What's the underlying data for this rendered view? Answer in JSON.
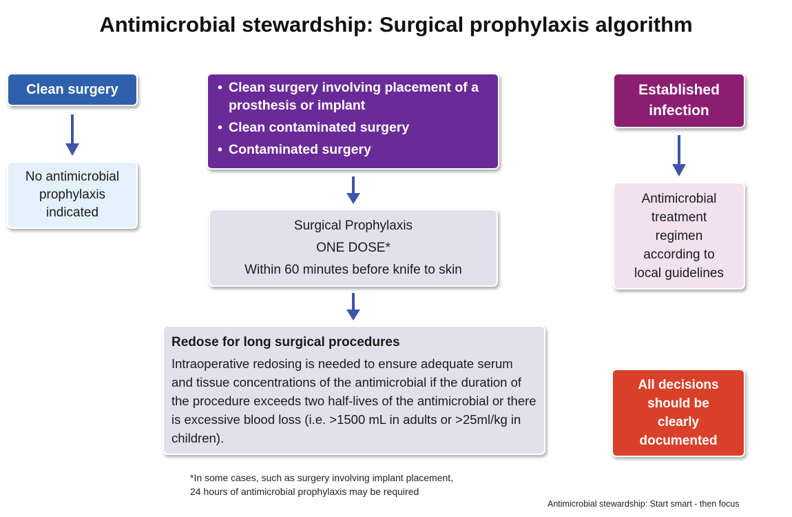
{
  "title": "Antimicrobial stewardship: Surgical prophylaxis algorithm",
  "left": {
    "header": "Clean surgery",
    "result": [
      "No antimicrobial",
      "prophylaxis",
      "indicated"
    ]
  },
  "center": {
    "bullets": [
      "Clean surgery involving placement of a prosthesis or implant",
      "Clean contaminated surgery",
      "Contaminated surgery"
    ],
    "prophylaxis": [
      "Surgical Prophylaxis",
      "ONE DOSE*",
      "Within 60 minutes before knife to skin"
    ],
    "redose_title": "Redose for long surgical procedures",
    "redose_body": "Intraoperative redosing is needed to ensure adequate serum and tissue concentrations of the antimicrobial if the duration of the procedure exceeds two half-lives of the antimicrobial or there is excessive blood loss (i.e. >1500 mL in adults or >25ml/kg in children)."
  },
  "right": {
    "header": [
      "Established",
      "infection"
    ],
    "result": [
      "Antimicrobial",
      "treatment",
      "regimen",
      "according to",
      "local guidelines"
    ],
    "note": [
      "All decisions",
      "should be",
      "clearly",
      "documented"
    ]
  },
  "footnote": [
    "*In some cases, such as surgery involving implant placement,",
    "24 hours of antimicrobial prophylaxis may be required"
  ],
  "source": "Antimicrobial stewardship: Start smart - then focus",
  "colors": {
    "clean_header": "#2e61ad",
    "no_prophylaxis": "#e4f0fb",
    "contaminated_header": "#6a2a97",
    "prophylaxis_box": "#e3e0ee",
    "infection_header": "#8c1e72",
    "treatment_box": "#f1e2ee",
    "decisions_box": "#d9402a",
    "arrow": "#3f55a8"
  }
}
